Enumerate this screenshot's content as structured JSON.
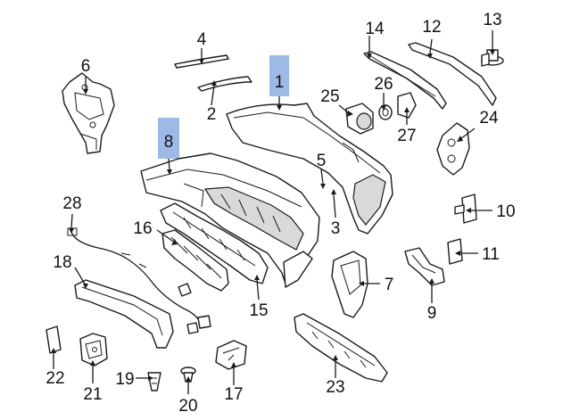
{
  "highlight_color": "#9db9e6",
  "callouts": [
    {
      "id": "1",
      "text": "1",
      "highlighted": true
    },
    {
      "id": "2",
      "text": "2"
    },
    {
      "id": "3",
      "text": "3"
    },
    {
      "id": "4",
      "text": "4"
    },
    {
      "id": "5",
      "text": "5"
    },
    {
      "id": "6",
      "text": "6"
    },
    {
      "id": "7",
      "text": "7"
    },
    {
      "id": "8",
      "text": "8",
      "highlighted": true
    },
    {
      "id": "9",
      "text": "9"
    },
    {
      "id": "10",
      "text": "10"
    },
    {
      "id": "11",
      "text": "11"
    },
    {
      "id": "12",
      "text": "12"
    },
    {
      "id": "13",
      "text": "13"
    },
    {
      "id": "14",
      "text": "14"
    },
    {
      "id": "15",
      "text": "15"
    },
    {
      "id": "16",
      "text": "16"
    },
    {
      "id": "17",
      "text": "17"
    },
    {
      "id": "18",
      "text": "18"
    },
    {
      "id": "19",
      "text": "19"
    },
    {
      "id": "20",
      "text": "20"
    },
    {
      "id": "21",
      "text": "21"
    },
    {
      "id": "22",
      "text": "22"
    },
    {
      "id": "23",
      "text": "23"
    },
    {
      "id": "24",
      "text": "24"
    },
    {
      "id": "25",
      "text": "25"
    },
    {
      "id": "26",
      "text": "26"
    },
    {
      "id": "27",
      "text": "27"
    },
    {
      "id": "28",
      "text": "28"
    }
  ]
}
